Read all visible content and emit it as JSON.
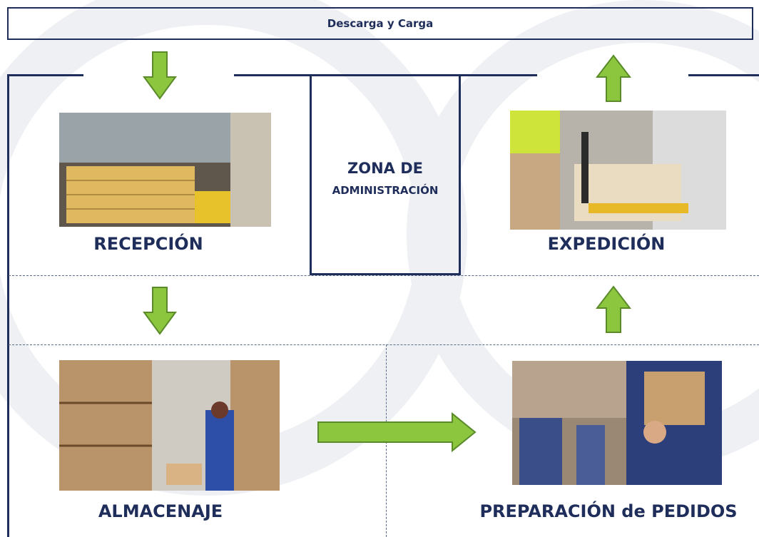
{
  "top_bar": {
    "label": "Descarga y Carga"
  },
  "admin": {
    "title": "ZONA DE",
    "subtitle": "ADMINISTRACIÓN"
  },
  "zones": {
    "reception": {
      "label": "RECEPCIÓN"
    },
    "expedition": {
      "label": "EXPEDICIÓN"
    },
    "storage": {
      "label": "ALMACENAJE"
    },
    "picking": {
      "label": "PREPARACIÓN de PEDIDOS"
    }
  },
  "colors": {
    "navy": "#1f2d5a",
    "arrow_fill": "#8cc63f",
    "arrow_stroke": "#5a8a2a"
  }
}
